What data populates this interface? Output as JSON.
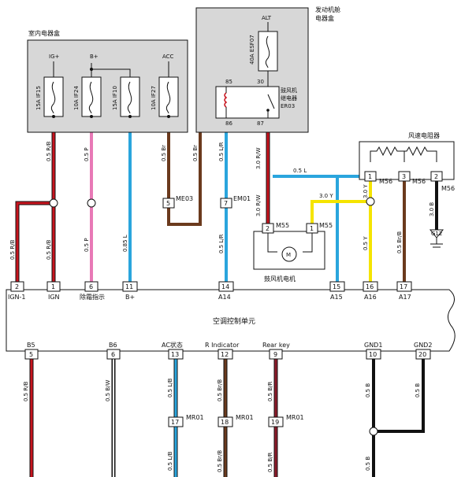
{
  "boxes": {
    "interior": {
      "title": "室内电器盒"
    },
    "engine": {
      "title_line1": "发动机舱",
      "title_line2": "电器盒"
    },
    "resistor": {
      "title": "风速电阻器"
    },
    "control_unit": {
      "title": "空调控制单元"
    },
    "motor": {
      "title": "鼓风机电机",
      "symbol": "M"
    }
  },
  "sources": {
    "ign": "IG+",
    "batt": "B+",
    "acc": "ACC",
    "alt": "ALT"
  },
  "fuses": [
    {
      "rating": "15A",
      "name": "IF15"
    },
    {
      "rating": "10A",
      "name": "IF24"
    },
    {
      "rating": "15A",
      "name": "IF10"
    },
    {
      "rating": "10A",
      "name": "IF27"
    },
    {
      "rating": "40A",
      "name": "ESF07"
    }
  ],
  "relay": {
    "name_line1": "鼓风机",
    "name_line2": "继电器",
    "name_line3": "ER03",
    "pin_85": "85",
    "pin_86": "86",
    "pin_30": "30",
    "pin_87": "87"
  },
  "wires": {
    "rb_main": "0.5 R/B",
    "rb_split_left": "0.5 R/B",
    "rb_split_right": "0.5 R/B",
    "p_top": "0.5 P",
    "p_bottom": "0.5 P",
    "l_b": "0.85 L",
    "br_left": "0.5 Br",
    "br_right": "0.5 Br",
    "lr_top": "0.5 L/R",
    "lr_bottom": "0.5 L/R",
    "rw_top": "3.0 R/W",
    "rw_bottom": "3.0 R/W",
    "l_a15": "0.5 L",
    "y_3": "3.0 Y",
    "y_3_vert": "3.0 Y",
    "y_a16": "0.5 Y",
    "brb_a17": "0.5 Br/B",
    "b_gnd": "3.0 B",
    "b5": "0.5 R/B",
    "b6": "0.5 B/W",
    "lb_top": "0.5 L/B",
    "lb_bottom": "0.5 L/B",
    "brb13_top": "0.5 Br/B",
    "brb13_bottom": "0.5 Br/B",
    "brr_top": "0.5 B/R",
    "brr_bottom": "0.5 B/R",
    "gnd1": "0.5 B",
    "gnd2": "0.5 B",
    "gnd_join": "0.5 B"
  },
  "connectors": {
    "me03": {
      "pin": "5",
      "name": "ME03"
    },
    "em01": {
      "pin": "7",
      "name": "EM01"
    },
    "m55_a": {
      "pin": "2",
      "name": "M55"
    },
    "m55_b": {
      "pin": "1",
      "name": "M55"
    },
    "m56_1": {
      "pin": "1",
      "name": "M56"
    },
    "m56_3": {
      "pin": "3",
      "name": "M56"
    },
    "m56_2": {
      "pin": "2",
      "name": "M56"
    },
    "mr01_17": {
      "pin": "17",
      "name": "MR01"
    },
    "mr01_18": {
      "pin": "18",
      "name": "MR01"
    },
    "mr01_19": {
      "pin": "19",
      "name": "MR01"
    },
    "ground": {
      "name": "G12"
    }
  },
  "unit_top_pins": [
    {
      "num": "2",
      "label": "IGN-1"
    },
    {
      "num": "1",
      "label": "IGN"
    },
    {
      "num": "6",
      "label": "除霜指示"
    },
    {
      "num": "11",
      "label": "B+"
    },
    {
      "num": "14",
      "label": "A14"
    },
    {
      "num": "15",
      "label": "A15"
    },
    {
      "num": "16",
      "label": "A16"
    },
    {
      "num": "17",
      "label": "A17"
    }
  ],
  "unit_bottom_pins": [
    {
      "num": "5",
      "label": "B5"
    },
    {
      "num": "6",
      "label": "B6"
    },
    {
      "num": "13",
      "label": "AC状态"
    },
    {
      "num": "12",
      "label": "R Indicator"
    },
    {
      "num": "9",
      "label": "Rear key"
    },
    {
      "num": "10",
      "label": "GND1"
    },
    {
      "num": "20",
      "label": "GND2"
    }
  ],
  "colors": {
    "red": "#c8141e",
    "pink": "#e879b6",
    "blue": "#2aa5dd",
    "brown": "#6b3a1d",
    "yellow": "#f5e400",
    "black": "#111111",
    "white": "#ffffff",
    "box_fill": "#d7d7d7",
    "unit_fill": "#ffffff"
  }
}
